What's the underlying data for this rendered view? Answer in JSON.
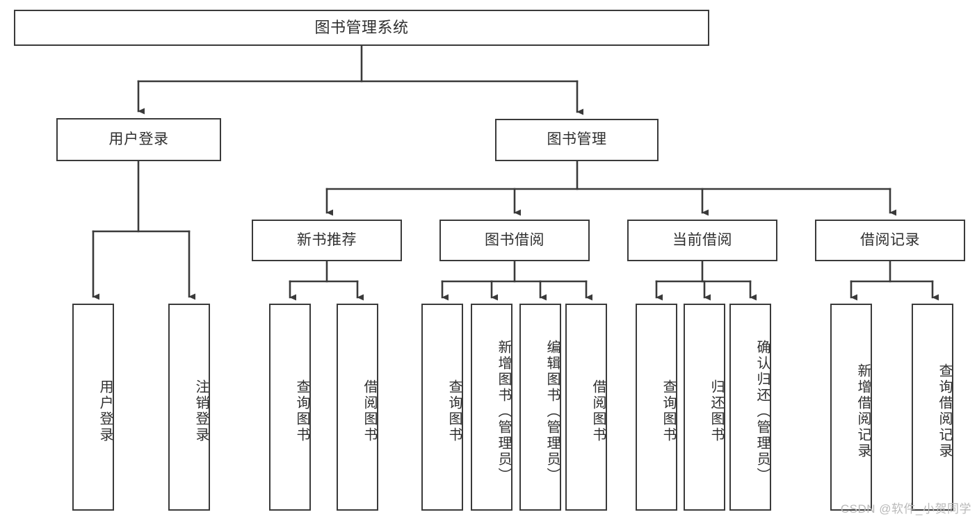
{
  "diagram": {
    "title": "图书管理系统",
    "type": "hierarchy-tree",
    "root": {
      "label": "图书管理系统"
    },
    "level2": [
      {
        "label": "用户登录"
      },
      {
        "label": "图书管理"
      }
    ],
    "level3": [
      {
        "label": "新书推荐"
      },
      {
        "label": "图书借阅"
      },
      {
        "label": "当前借阅"
      },
      {
        "label": "借阅记录"
      }
    ],
    "leaves": {
      "user_login": [
        {
          "label": "用户登录"
        },
        {
          "label": "注销登录"
        }
      ],
      "new_book_recommend": [
        {
          "label": "查询图书"
        },
        {
          "label": "借阅图书"
        }
      ],
      "book_borrow": [
        {
          "label": "查询图书"
        },
        {
          "label": "新增图书（管理员）"
        },
        {
          "label": "编辑图书（管理员）"
        },
        {
          "label": "借阅图书"
        }
      ],
      "current_borrow": [
        {
          "label": "查询图书"
        },
        {
          "label": "归还图书"
        },
        {
          "label": "确认归还（管理员）"
        }
      ],
      "borrow_record": [
        {
          "label": "新增借阅记录"
        },
        {
          "label": "查询借阅记录"
        }
      ]
    }
  },
  "watermark": {
    "text": "CSDN @软件_小贺同学"
  },
  "colors": {
    "stroke": "#3a3a3a",
    "text": "#2f2f2f",
    "background": "#ffffff",
    "watermark": "#b9b9b9"
  }
}
